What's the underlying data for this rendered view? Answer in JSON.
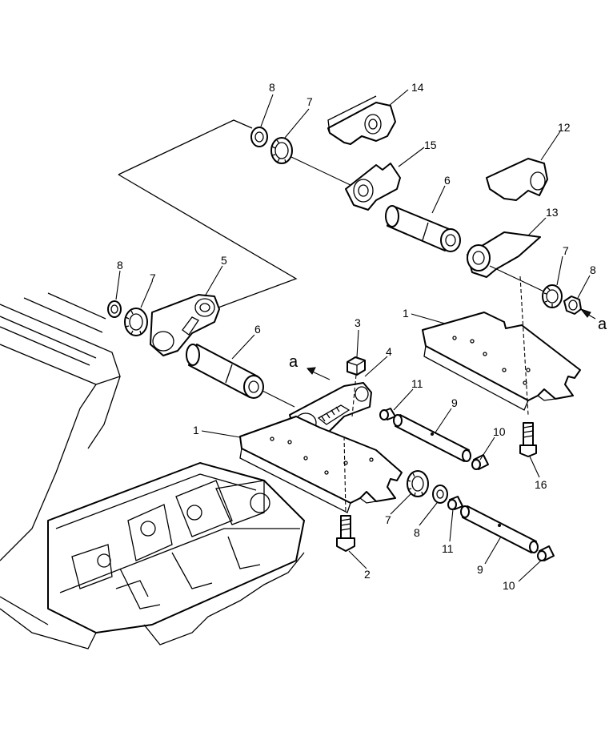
{
  "diagram": {
    "callouts": {
      "c1a": "1",
      "c1b": "1",
      "c2": "2",
      "c3": "3",
      "c4": "4",
      "c5": "5",
      "c6a": "6",
      "c6b": "6",
      "c7a": "7",
      "c7b": "7",
      "c7c": "7",
      "c7d": "7",
      "c8a": "8",
      "c8b": "8",
      "c8c": "8",
      "c8d": "8",
      "c9a": "9",
      "c9b": "9",
      "c10a": "10",
      "c10b": "10",
      "c11a": "11",
      "c11b": "11",
      "c12": "12",
      "c13": "13",
      "c14": "14",
      "c15": "15",
      "c16": "16"
    },
    "view_marks": {
      "left": "a",
      "right": "a"
    }
  }
}
